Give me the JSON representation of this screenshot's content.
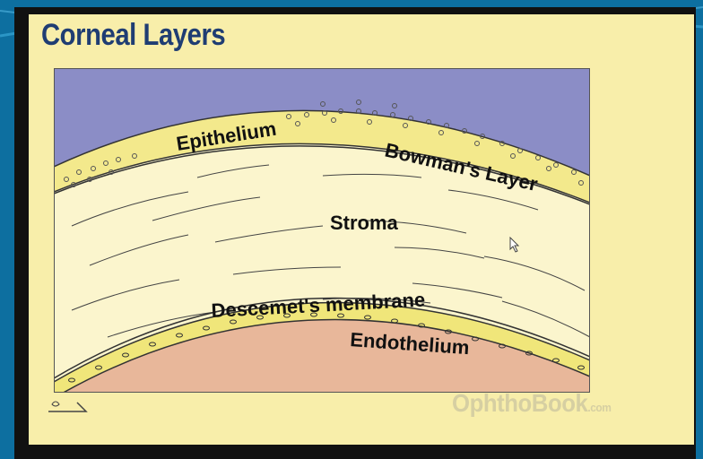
{
  "slide": {
    "title": "Corneal Layers",
    "watermark": {
      "brand": "OphthoBook",
      "suffix": ".com"
    }
  },
  "diagram": {
    "labels": {
      "epithelium": "Epithelium",
      "bowmans": "Bowman's Layer",
      "stroma": "Stroma",
      "descemets": "Descemet's membrane",
      "endothelium": "Endothelium"
    },
    "colors": {
      "air": "#8b8dc6",
      "epithelium": "#f3e98c",
      "stroma": "#fbf5cd",
      "endothelium": "#f0e67a",
      "anterior_chamber": "#e8b79a",
      "title": "#1f3d73"
    }
  }
}
